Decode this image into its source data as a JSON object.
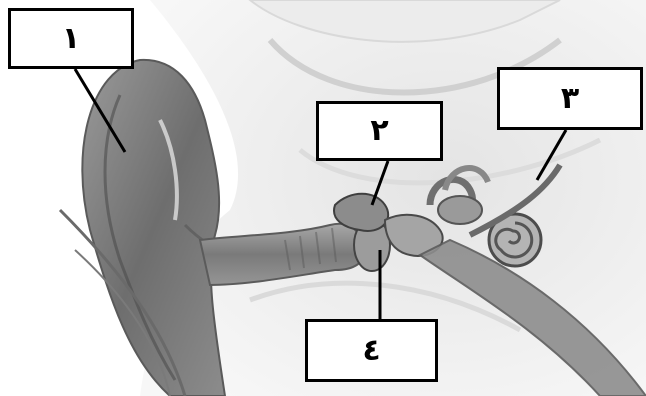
{
  "diagram": {
    "labels": [
      {
        "id": "1",
        "text": "١"
      },
      {
        "id": "2",
        "text": "٢"
      },
      {
        "id": "3",
        "text": "٣"
      },
      {
        "id": "4",
        "text": "٤"
      }
    ]
  },
  "colors": {
    "background": "#ffffff",
    "skin": "#8a8a8a",
    "tissue": "#c8c8c8",
    "label_border": "#000000"
  }
}
